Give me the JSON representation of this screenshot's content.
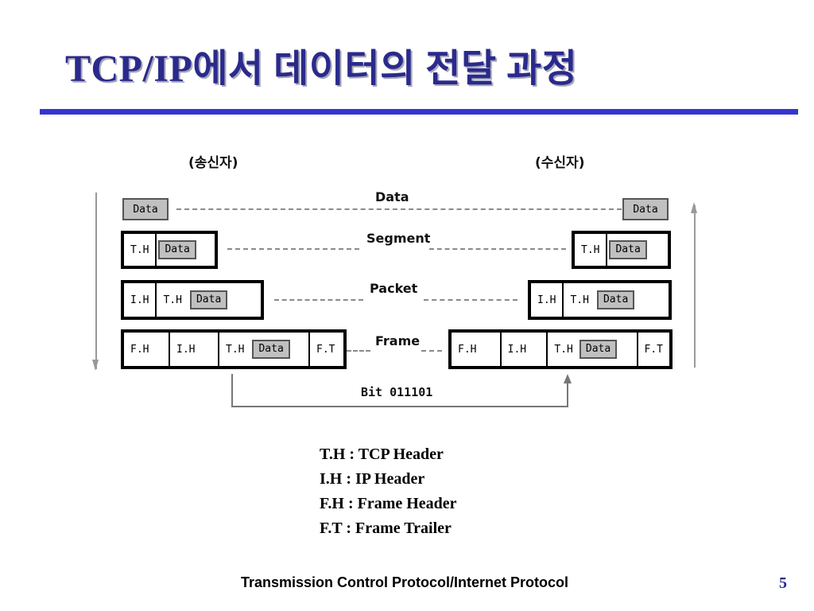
{
  "title": "TCP/IP에서 데이터의 전달 과정",
  "diagram": {
    "sender_label": "(송신자)",
    "receiver_label": "(수신자)",
    "layers": [
      "Data",
      "Segment",
      "Packet",
      "Frame"
    ],
    "cells": {
      "data": "Data",
      "tcp_header": "T.H",
      "ip_header": "I.H",
      "frame_header": "F.H",
      "frame_trailer": "F.T"
    },
    "bit_label": "Bit 011101"
  },
  "legend": [
    "T.H : TCP Header",
    "I.H : IP Header",
    "F.H : Frame Header",
    "F.T : Frame Trailer"
  ],
  "footer": "Transmission Control Protocol/Internet Protocol",
  "page_number": "5"
}
